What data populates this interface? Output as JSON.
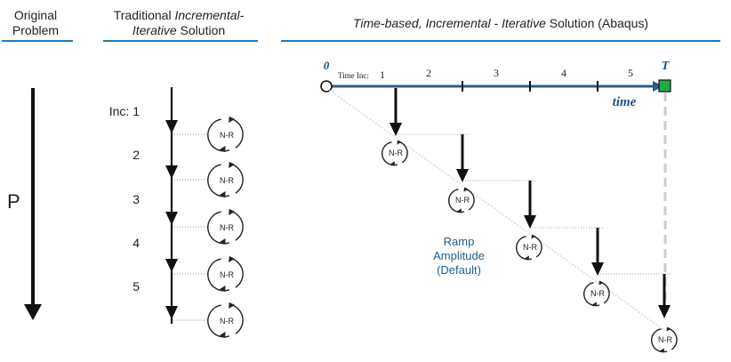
{
  "headers": {
    "original": [
      "Original",
      "Problem"
    ],
    "traditional": {
      "line1_plain": "Traditional ",
      "line1_italic": "Incremental-",
      "line2_italic": "Iterative",
      "line2_plain": " Solution"
    },
    "abaqus": {
      "italic": "Time-based, Incremental - Iterative",
      "plain": " Solution (Abaqus)"
    }
  },
  "original": {
    "load_label": "P"
  },
  "traditional": {
    "inc_labels": [
      "Inc: 1",
      "2",
      "3",
      "4",
      "5"
    ],
    "nr_label": "N-R"
  },
  "timebased": {
    "start_label": "0",
    "end_label": "T",
    "time_inc_prefix": "Time Inc:",
    "inc_labels": [
      "1",
      "2",
      "3",
      "4",
      "5"
    ],
    "axis_label": "time",
    "nr_label": "N-R",
    "ramp_label": [
      "Ramp",
      "Amplitude",
      "(Default)"
    ]
  },
  "colors": {
    "rule": "#1e7bbf",
    "axis": "#2b5d8a",
    "end_marker": "#22aa44",
    "arrow": "#111111",
    "ramp_text": "#1f5f8f",
    "time_text": "#1f4f7f"
  }
}
